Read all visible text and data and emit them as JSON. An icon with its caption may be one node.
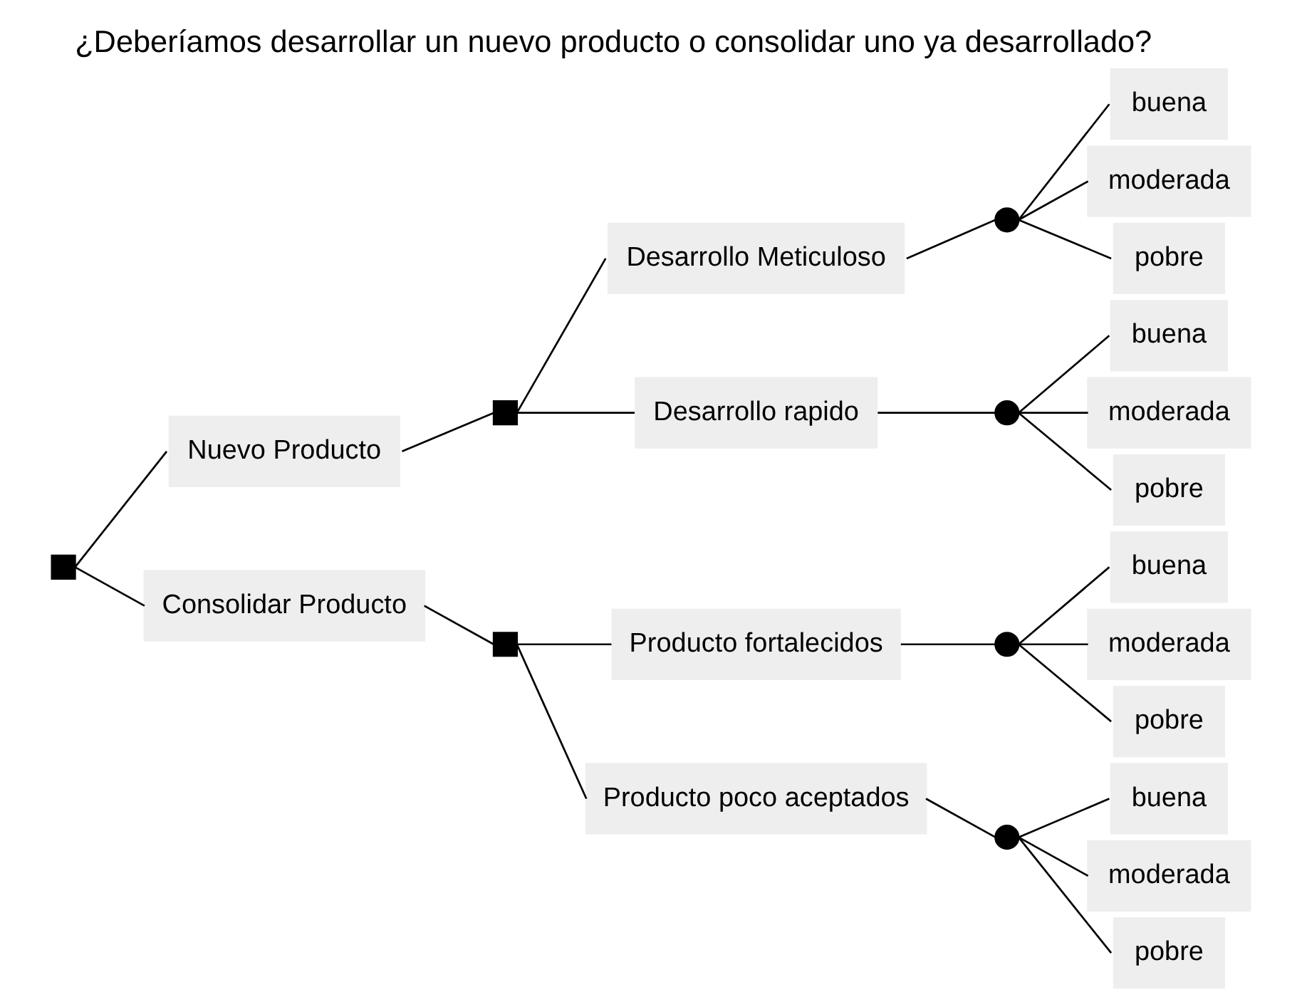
{
  "diagram": {
    "title": "¿Deberíamos desarrollar un nuevo producto o consolidar uno ya desarrollado?",
    "nodes": [
      {
        "text": [],
        "shape": "box"
      },
      {
        "text": [
          "Nuevo Producto"
        ]
      },
      {
        "text": [
          "Consolidar Producto"
        ]
      },
      {
        "text": [],
        "shape": "box"
      },
      {
        "text": [],
        "shape": "box"
      },
      {
        "text": [
          "Desarrollo Meticuloso"
        ]
      },
      {
        "text": [
          "Desarrollo rapido"
        ]
      },
      {
        "text": [
          "Producto fortalecidos"
        ]
      },
      {
        "text": [
          "Producto poco aceptados"
        ]
      },
      {
        "text": [],
        "shape": "circle"
      },
      {
        "text": [],
        "shape": "circle"
      },
      {
        "text": [],
        "shape": "circle"
      },
      {
        "text": [],
        "shape": "circle"
      },
      {
        "text": [
          "buena"
        ]
      },
      {
        "text": [
          "moderada"
        ]
      },
      {
        "text": [
          "pobre"
        ]
      },
      {
        "text": [
          "buena"
        ]
      },
      {
        "text": [
          "moderada"
        ]
      },
      {
        "text": [
          "pobre"
        ]
      },
      {
        "text": [
          "buena"
        ]
      },
      {
        "text": [
          "moderada"
        ]
      },
      {
        "text": [
          "pobre"
        ]
      },
      {
        "text": [
          "buena"
        ]
      },
      {
        "text": [
          "moderada"
        ]
      },
      {
        "text": [
          "pobre"
        ]
      }
    ],
    "edges": [
      {
        "from": 0,
        "to": 1,
        "arrow": "none"
      },
      {
        "from": 0,
        "to": 2,
        "arrow": "none"
      },
      {
        "from": 1,
        "to": 3,
        "arrow": "none"
      },
      {
        "from": 2,
        "to": 4,
        "arrow": "none"
      },
      {
        "from": 3,
        "to": 5,
        "arrow": "none"
      },
      {
        "from": 3,
        "to": 6,
        "arrow": "none"
      },
      {
        "from": 4,
        "to": 7,
        "arrow": "none"
      },
      {
        "from": 4,
        "to": 8,
        "arrow": "none"
      },
      {
        "from": 5,
        "to": 9,
        "arrow": "none"
      },
      {
        "from": 6,
        "to": 10,
        "arrow": "none"
      },
      {
        "from": 7,
        "to": 11,
        "arrow": "none"
      },
      {
        "from": 8,
        "to": 12,
        "arrow": "none"
      },
      {
        "from": 9,
        "to": 13,
        "arrow": "none"
      },
      {
        "from": 9,
        "to": 14,
        "arrow": "none"
      },
      {
        "from": 9,
        "to": 15,
        "arrow": "none"
      },
      {
        "from": 10,
        "to": 16,
        "arrow": "none"
      },
      {
        "from": 10,
        "to": 17,
        "arrow": "none"
      },
      {
        "from": 10,
        "to": 18,
        "arrow": "none"
      },
      {
        "from": 11,
        "to": 19,
        "arrow": "none"
      },
      {
        "from": 11,
        "to": 20,
        "arrow": "none"
      },
      {
        "from": 11,
        "to": 21,
        "arrow": "none"
      },
      {
        "from": 12,
        "to": 22,
        "arrow": "none"
      },
      {
        "from": 12,
        "to": 23,
        "arrow": "none"
      },
      {
        "from": 12,
        "to": 24,
        "arrow": "none"
      }
    ]
  }
}
